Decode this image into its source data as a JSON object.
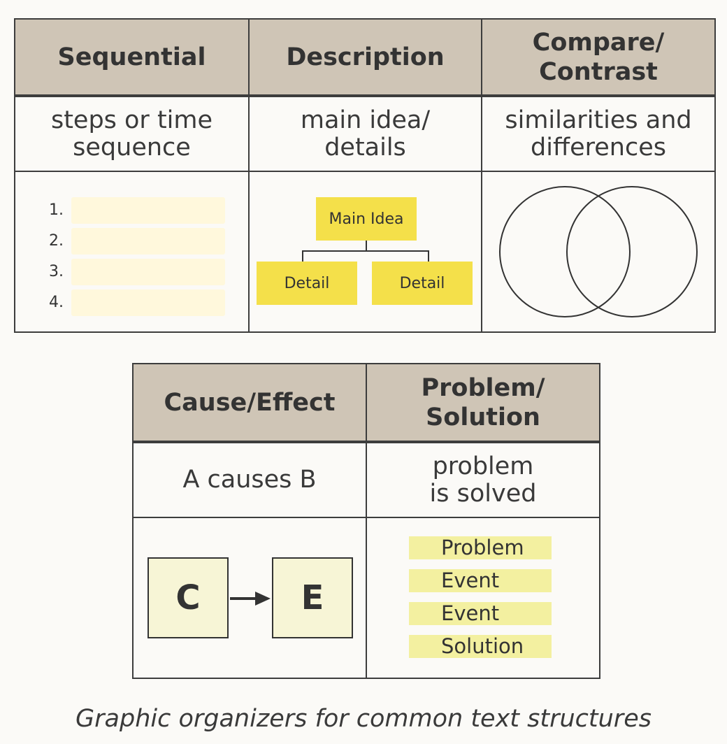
{
  "top_table": {
    "headers": [
      "Sequential",
      "Description",
      "Compare/\nContrast"
    ],
    "descriptions": [
      "steps or time\nsequence",
      "main idea/\ndetails",
      "similarities and\ndifferences"
    ],
    "sequential_list": [
      "1.",
      "2.",
      "3.",
      "4."
    ],
    "description_diagram": {
      "main": "Main Idea",
      "details": [
        "Detail",
        "Detail"
      ]
    }
  },
  "bottom_table": {
    "headers": [
      "Cause/Effect",
      "Problem/\nSolution"
    ],
    "descriptions": [
      "A causes B",
      "problem\nis solved"
    ],
    "cause_effect": {
      "cause": "C",
      "effect": "E"
    },
    "problem_solution": [
      "Problem",
      "Event",
      "Event",
      "Solution"
    ]
  },
  "caption": "Graphic organizers for common text structures",
  "colors": {
    "header_bg": "#cfc5b6",
    "yellow": "#f4e04a",
    "pale_yellow": "#f3f0a0",
    "border": "#3d3d3d"
  }
}
